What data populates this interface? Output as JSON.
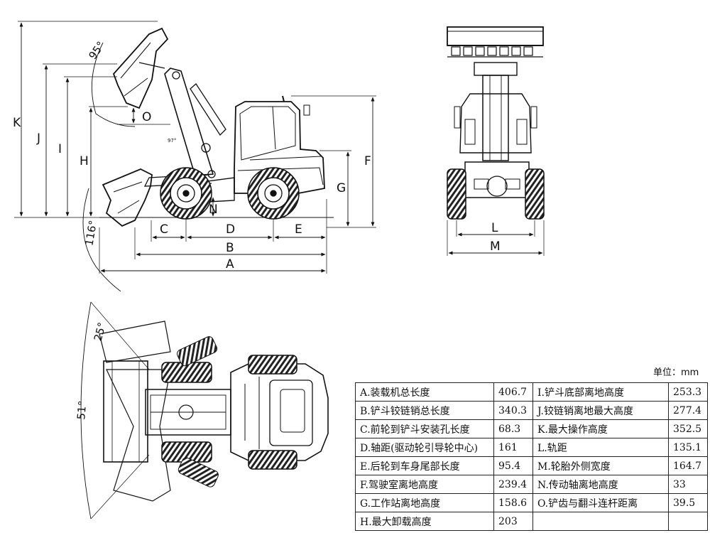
{
  "unit_label": "单位：mm",
  "views": {
    "side": {
      "dims": {
        "A": "A",
        "B": "B",
        "C": "C",
        "D": "D",
        "E": "E",
        "F": "F",
        "G": "G",
        "H": "H",
        "I": "I",
        "J": "J",
        "K": "K",
        "N": "N",
        "O": "O"
      },
      "angle_lift": "95°",
      "angle_dump": "116°",
      "small_text": "97°"
    },
    "front": {
      "dims": {
        "L": "L",
        "M": "M"
      }
    },
    "top": {
      "angle_small": "25°",
      "angle_large": "51°"
    }
  },
  "specs": [
    {
      "left_name": "A.装载机总长度",
      "left_value": "406.7",
      "right_name": "I.铲斗底部离地高度",
      "right_value": "253.3"
    },
    {
      "left_name": "B.铲斗铰链销总长度",
      "left_value": "340.3",
      "right_name": "J.铰链销离地最大高度",
      "right_value": "277.4"
    },
    {
      "left_name": "C.前轮到铲斗安装孔长度",
      "left_value": "68.3",
      "right_name": "K.最大操作高度",
      "right_value": "352.5"
    },
    {
      "left_name": "D.轴距(驱动轮引导轮中心)",
      "left_value": "161",
      "right_name": "L.轨距",
      "right_value": "135.1"
    },
    {
      "left_name": "E.后轮到车身尾部长度",
      "left_value": "95.4",
      "right_name": "M.轮胎外侧宽度",
      "right_value": "164.7"
    },
    {
      "left_name": "F.驾驶室离地高度",
      "left_value": "239.4",
      "right_name": "N.传动轴离地高度",
      "right_value": "33"
    },
    {
      "left_name": "G.工作站离地高度",
      "left_value": "158.6",
      "right_name": "O.铲齿与翻斗连杆距离",
      "right_value": "39.5"
    },
    {
      "left_name": "H.最大卸载高度",
      "left_value": "203",
      "right_name": "",
      "right_value": ""
    }
  ]
}
